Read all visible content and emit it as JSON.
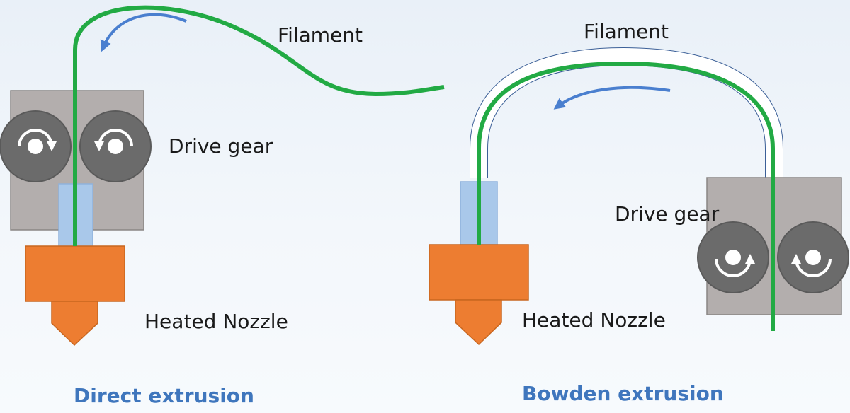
{
  "colors": {
    "filament": "#22aa44",
    "nozzle": "#ed7d31",
    "motor_block": "#b3aead",
    "gear": "#6b6b6b",
    "tube": "#a9c8ea",
    "arrow": "#4a7fcf",
    "caption": "#3f76bd"
  },
  "direct": {
    "filament_label": "Filament",
    "drive_gear_label": "Drive gear",
    "nozzle_label": "Heated Nozzle",
    "caption": "Direct extrusion"
  },
  "bowden": {
    "filament_label": "Filament",
    "drive_gear_label": "Drive gear",
    "nozzle_label": "Heated Nozzle",
    "caption": "Bowden extrusion"
  }
}
